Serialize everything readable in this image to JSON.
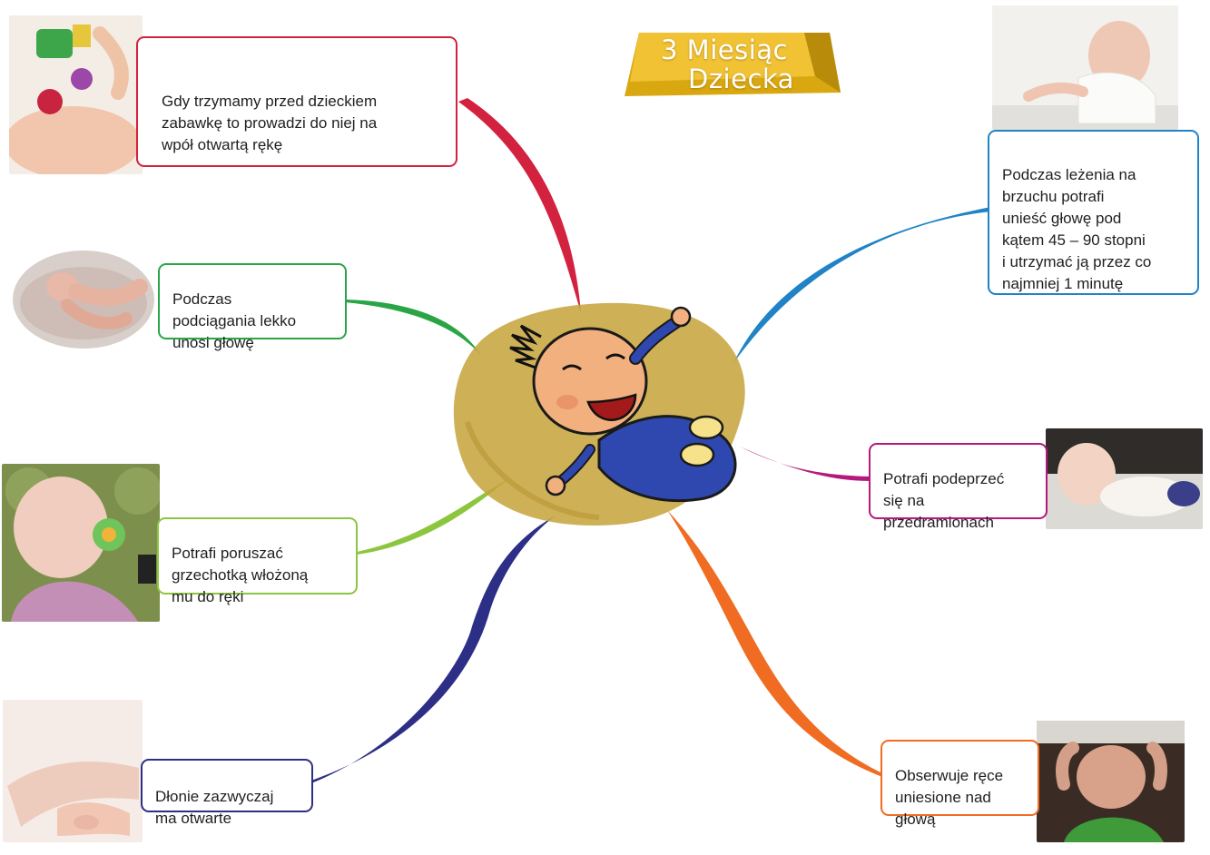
{
  "title": {
    "line1": "3 Miesiąc",
    "line2": "Dziecka"
  },
  "colors": {
    "red": "#d3223f",
    "green": "#2aa545",
    "light_green": "#8cc63f",
    "navy": "#2d2f87",
    "blue": "#1f83c6",
    "magenta": "#b5197c",
    "orange": "#ef6c22",
    "gold": "#e1b21b",
    "blob": "#c6a33a"
  },
  "branches": [
    {
      "id": "top-left",
      "color": "red",
      "text": "Gdy trzymamy przed dzieckiem\nzabawkę to prowadzi do niej na\nwpół otwartą rękę"
    },
    {
      "id": "mid-left",
      "color": "green",
      "text": "Podczas\npodciągania lekko\nunosi głowę"
    },
    {
      "id": "lower-left",
      "color": "light_green",
      "text": "Potrafi poruszać\ngrzechotką włożoną\nmu do ręki"
    },
    {
      "id": "bottom-left",
      "color": "navy",
      "text": "Dłonie zazwyczaj\nma otwarte"
    },
    {
      "id": "top-right",
      "color": "blue",
      "text": "Podczas leżenia na\nbrzuchu potrafi\nunieść głowę pod\nkątem 45 – 90 stopni\ni utrzymać ją przez co\nnajmniej 1 minutę"
    },
    {
      "id": "mid-right",
      "color": "magenta",
      "text": "Potrafi podeprzeć\nsię na\nprzedramionach"
    },
    {
      "id": "bottom-right",
      "color": "orange",
      "text": "Obserwuje ręce\nuniesione nad\ngłową"
    }
  ],
  "photos": [
    {
      "id": "baby-toy",
      "subject": "baby reaching for hanging toy"
    },
    {
      "id": "baby-pull-up",
      "subject": "baby lifting head"
    },
    {
      "id": "baby-rattle",
      "subject": "baby holding rattle"
    },
    {
      "id": "baby-hands",
      "subject": "baby open hands"
    },
    {
      "id": "baby-tummy",
      "subject": "baby lying on tummy"
    },
    {
      "id": "baby-forearms",
      "subject": "baby on forearms"
    },
    {
      "id": "baby-watching-hands",
      "subject": "baby watching raised hands"
    }
  ],
  "central_image": {
    "subject": "cartoon laughing baby in blue outfit"
  }
}
